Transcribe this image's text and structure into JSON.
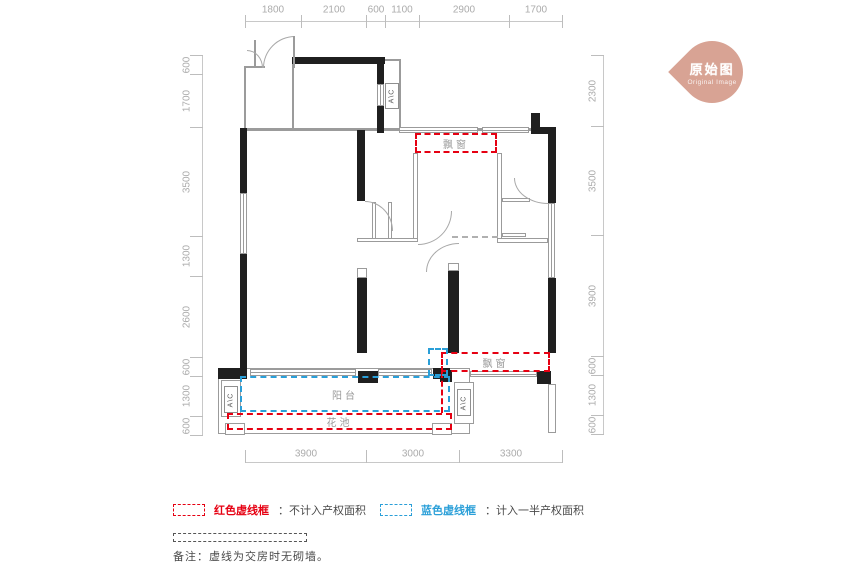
{
  "badge": {
    "title": "原始图",
    "subtitle": "Original Image",
    "color": "#d8a394"
  },
  "dimensions": {
    "top": [
      "1800",
      "2100",
      "600",
      "1100",
      "2900",
      "1700"
    ],
    "bottom": [
      "3900",
      "3000",
      "3300"
    ],
    "left": [
      "600",
      "1700",
      "3500",
      "1300",
      "2600",
      "600",
      "1300",
      "600"
    ],
    "right": [
      "2300",
      "3500",
      "3900",
      "600",
      "1300",
      "600"
    ]
  },
  "plan_labels": {
    "bay_window_top": "飘窗",
    "bay_window_bottom": "飘窗",
    "balcony": "阳台",
    "flower_bed": "花池",
    "ac": "A\\C"
  },
  "legend": {
    "red_label": "红色虚线框",
    "red_desc": "：不计入产权面积",
    "blue_label": "蓝色虚线框",
    "blue_desc": "：计入一半产权面积"
  },
  "note": "备注：虚线为交房时无砌墙。",
  "colors": {
    "red_dash": "#e60012",
    "blue_dash": "#2a9fd8",
    "wall": "#1f1f1f",
    "badge": "#d8a394"
  }
}
